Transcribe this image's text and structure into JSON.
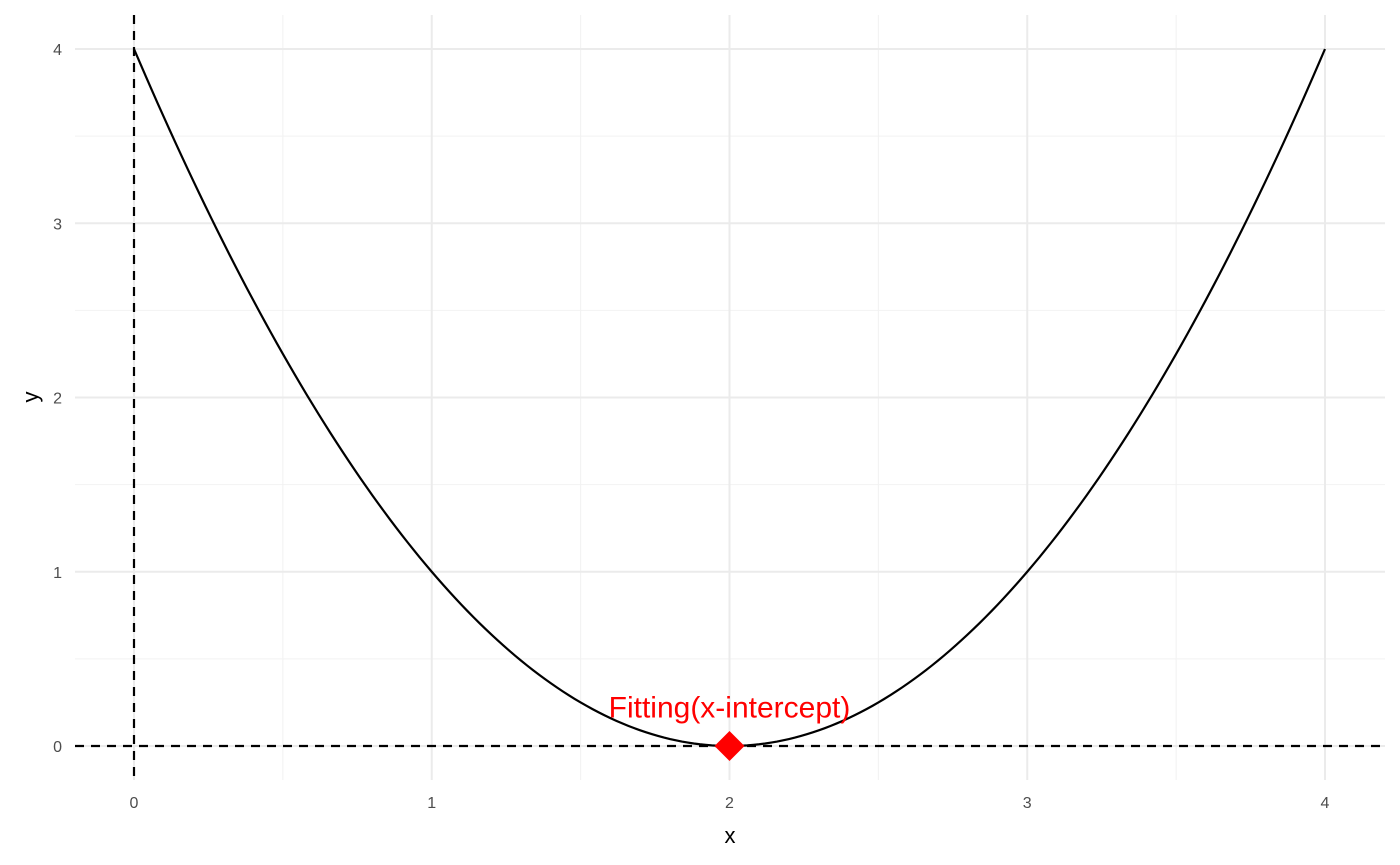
{
  "chart_data": {
    "type": "line",
    "xlabel": "x",
    "ylabel": "y",
    "xlim": [
      -0.2,
      4.2
    ],
    "ylim": [
      -0.2,
      4.1
    ],
    "x_ticks": [
      "0",
      "1",
      "2",
      "3",
      "4"
    ],
    "y_ticks": [
      "0",
      "1",
      "2",
      "3",
      "4"
    ],
    "grid": true,
    "series": [
      {
        "values_description": "y = (x - 2)^2",
        "x": [
          0,
          0.25,
          0.5,
          0.75,
          1,
          1.25,
          1.5,
          1.75,
          2,
          2.25,
          2.5,
          2.75,
          3,
          3.25,
          3.5,
          3.75,
          4
        ],
        "y": [
          4,
          3.0625,
          2.25,
          1.5625,
          1,
          0.5625,
          0.25,
          0.0625,
          0,
          0.0625,
          0.25,
          0.5625,
          1,
          1.5625,
          2.25,
          3.0625,
          4
        ],
        "color": "#000000"
      }
    ],
    "reference_lines": [
      {
        "orientation": "vertical",
        "value": 0,
        "style": "dashed",
        "color": "#000000"
      },
      {
        "orientation": "horizontal",
        "value": 0,
        "style": "dashed",
        "color": "#000000"
      }
    ],
    "highlight_point": {
      "x": 2,
      "y": 0,
      "shape": "diamond",
      "color": "#ff0000"
    },
    "annotations": [
      {
        "text": "Fitting(x-intercept)",
        "x": 2,
        "y": 0.22,
        "color": "#ff0000"
      }
    ]
  }
}
